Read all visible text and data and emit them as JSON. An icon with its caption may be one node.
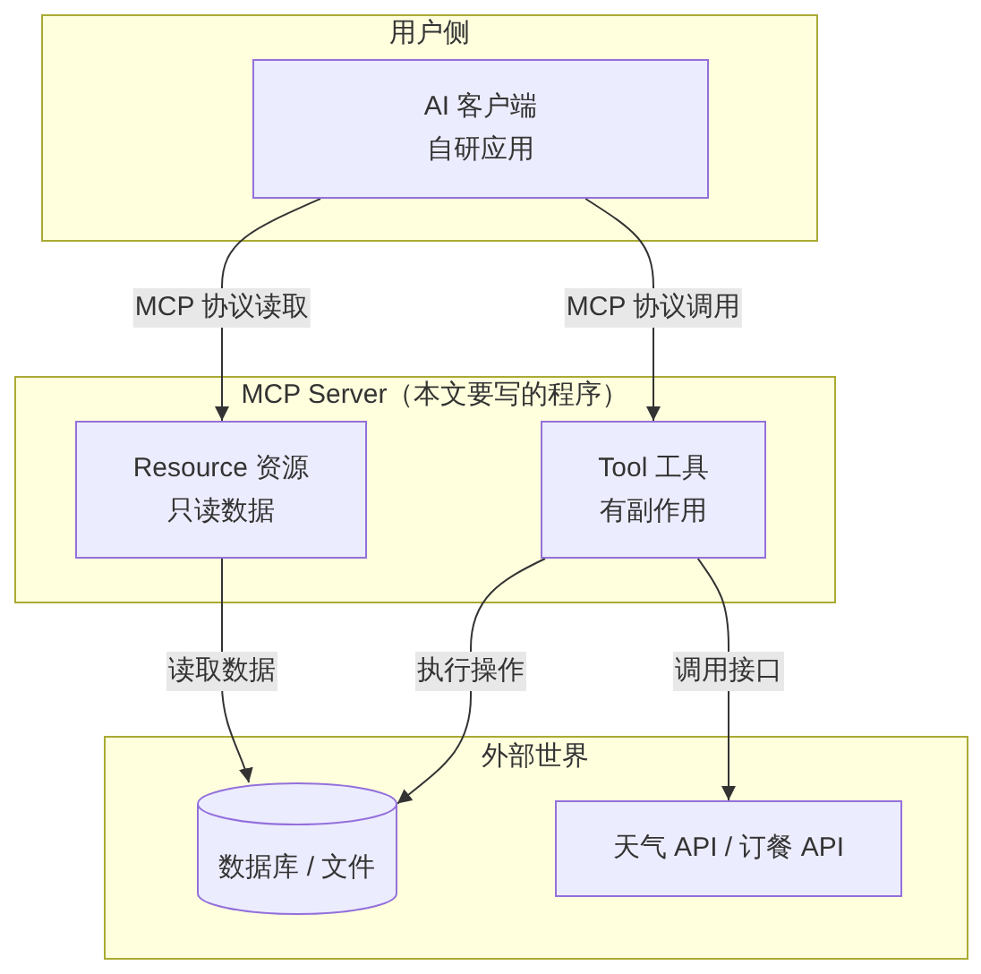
{
  "diagram": {
    "nodes": [
      {
        "text": [
          "用户侧"
        ]
      },
      {
        "text": [
          "AI 客户端",
          "自研应用"
        ],
        "in": 0
      },
      {
        "text": [
          "MCP Server（本文要写的程序）"
        ]
      },
      {
        "text": [
          "Resource 资源",
          "只读数据"
        ],
        "in": 2
      },
      {
        "text": [
          "Tool 工具",
          "有副作用"
        ],
        "in": 2
      },
      {
        "text": [
          "外部世界"
        ]
      },
      {
        "text": [
          "数据库 / 文件"
        ],
        "in": 5
      },
      {
        "text": [
          "天气 API / 订餐 API"
        ],
        "in": 5
      }
    ],
    "edges": [
      {
        "from": 1,
        "to": 3,
        "arrow": "to",
        "label": "MCP 协议读取"
      },
      {
        "from": 1,
        "to": 4,
        "arrow": "to",
        "label": "MCP 协议调用"
      },
      {
        "from": 3,
        "to": 6,
        "arrow": "to",
        "label": "读取数据"
      },
      {
        "from": 4,
        "to": 6,
        "arrow": "to",
        "label": "执行操作"
      },
      {
        "from": 4,
        "to": 7,
        "arrow": "to",
        "label": "调用接口"
      }
    ]
  }
}
